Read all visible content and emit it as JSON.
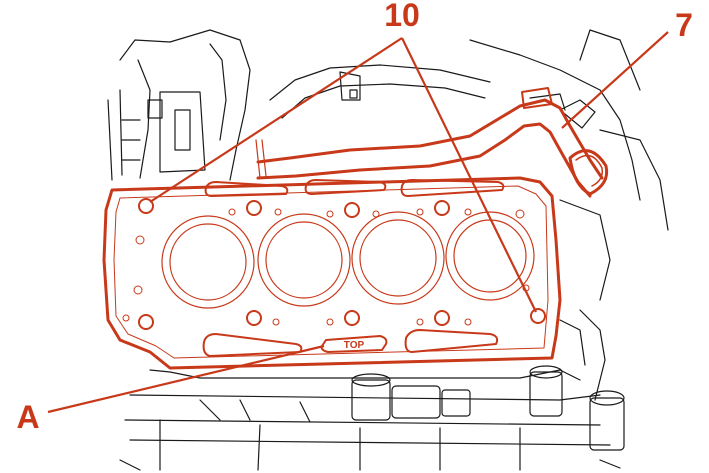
{
  "callouts": {
    "bolts": "10",
    "hose": "7",
    "marking": "A"
  },
  "gasket_stamp": "TOP",
  "colors": {
    "highlight": "#c8391a",
    "linework": "#1a1a1a",
    "background": "#ffffff"
  }
}
